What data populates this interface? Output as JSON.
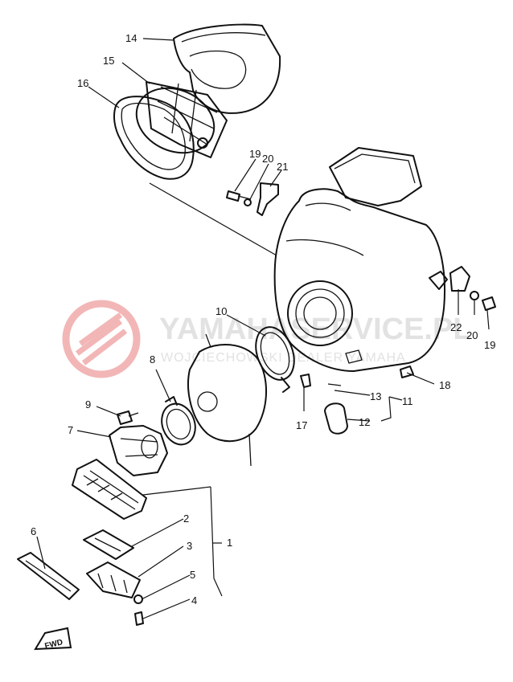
{
  "watermark": {
    "title": "YAMAHASERVICE.PL",
    "subtitle": "WOJCIECHOWSKI DEALER YAMAHA",
    "logo_color": "#f2b6b6",
    "text_color": "#e2e2e2"
  },
  "forward_marker": "FWD",
  "callouts": {
    "c1": "1",
    "c2": "2",
    "c3": "3",
    "c4": "4",
    "c5": "5",
    "c6": "6",
    "c7": "7",
    "c8": "8",
    "c9": "9",
    "c10": "10",
    "c11": "11",
    "c12": "12",
    "c13": "13",
    "c14": "14",
    "c15": "15",
    "c16": "16",
    "c17": "17",
    "c18": "18",
    "c19a": "19",
    "c20a": "20",
    "c21": "21",
    "c22": "22",
    "c20b": "20",
    "c19b": "19"
  }
}
